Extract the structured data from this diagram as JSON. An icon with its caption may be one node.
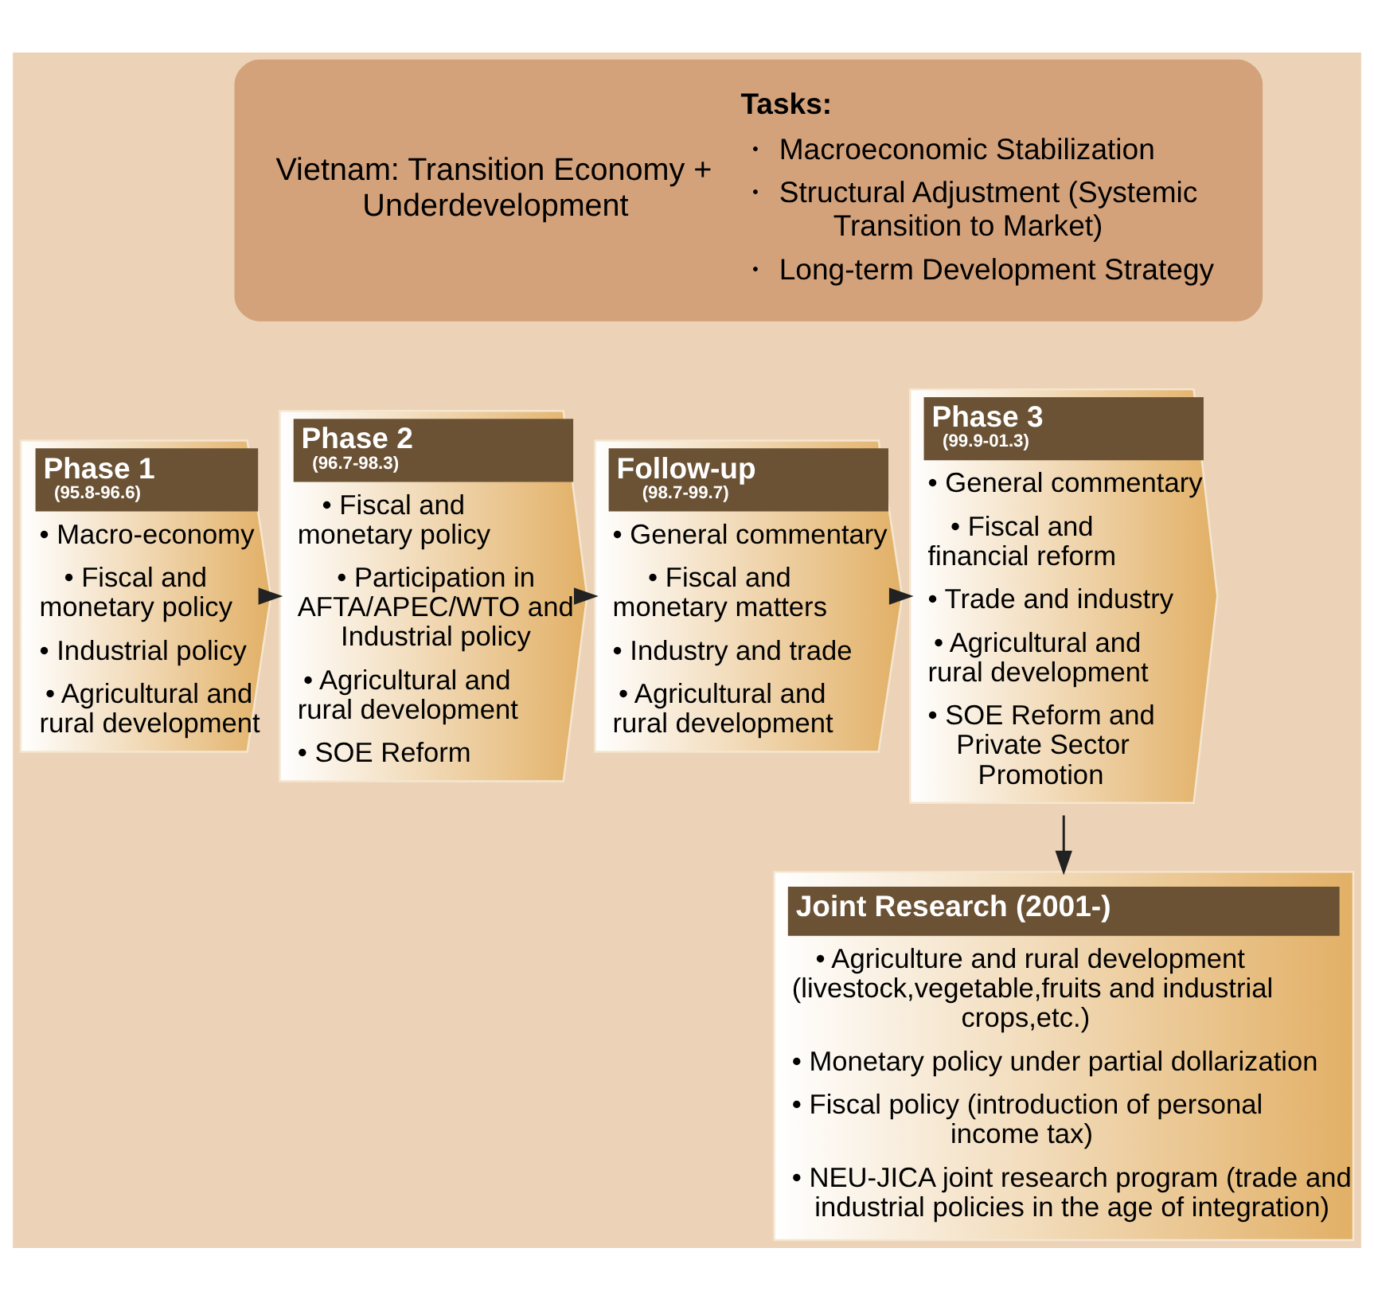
{
  "diagram": {
    "nodes": [
      {
        "text": [
          "Vietnam: Transition Economy + Underdevelopment",
          "Tasks:",
          "・ Macroeconomic Stabilization",
          "・ Structural Adjustment (Systemic Transition to Market)",
          "・ Long-term Development Strategy"
        ]
      },
      {
        "text": [
          "Phase 1",
          "(95.8-96.6)",
          "• Macro-economy",
          "• Fiscal and monetary policy",
          "• Industrial policy",
          "• Agricultural and rural development"
        ]
      },
      {
        "text": [
          "Phase 2",
          "(96.7-98.3)",
          "• Fiscal and monetary policy",
          "• Participation in AFTA/APEC/WTO and Industrial policy",
          "• Agricultural and rural development",
          "• SOE Reform"
        ]
      },
      {
        "text": [
          "Follow-up",
          "(98.7-99.7)",
          "• General commentary",
          "• Fiscal and monetary matters",
          "• Industry and trade",
          "• Agricultural and rural development"
        ]
      },
      {
        "text": [
          "Phase 3",
          "(99.9-01.3)",
          "• General commentary",
          "• Fiscal and financial reform",
          "• Trade and industry",
          "• Agricultural and rural development",
          "• SOE Reform and Private Sector Promotion"
        ]
      },
      {
        "text": [
          "Joint Research (2001-)",
          "• Agriculture and rural development (livestock,vegetable,fruits and industrial crops,etc.)",
          "• Monetary policy under partial dollarization",
          "• Fiscal policy (introduction of personal income tax)",
          "• NEU-JICA joint research program (trade and industrial policies in the age of integration)"
        ]
      }
    ],
    "edges": [
      {
        "from": 1,
        "to": 2,
        "arrow": "to"
      },
      {
        "from": 2,
        "to": 3,
        "arrow": "to"
      },
      {
        "from": 3,
        "to": 4,
        "arrow": "to"
      },
      {
        "from": 4,
        "to": 5,
        "arrow": "to"
      }
    ]
  }
}
